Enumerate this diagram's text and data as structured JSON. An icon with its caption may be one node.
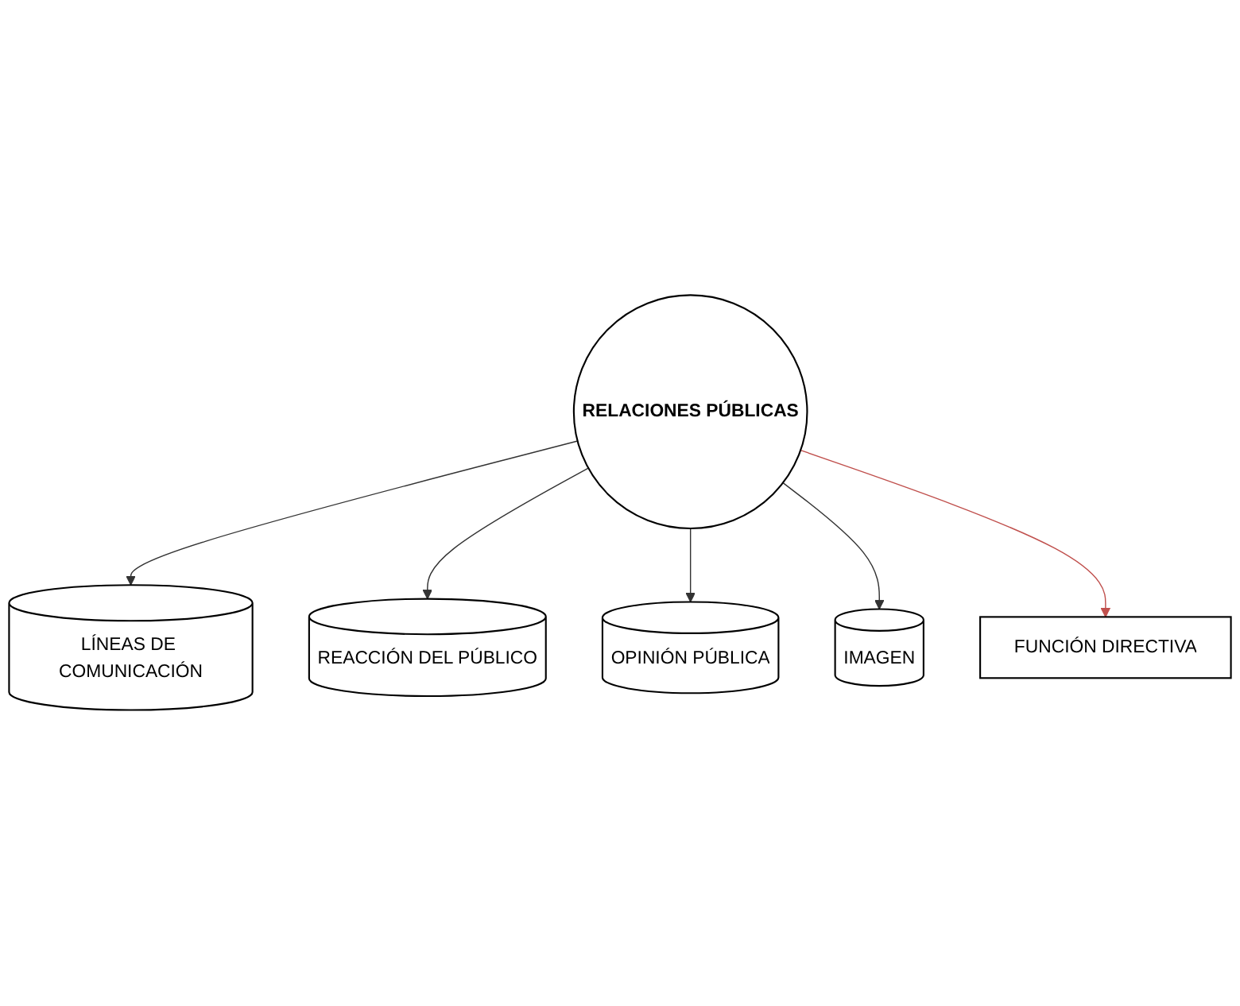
{
  "diagram": {
    "nodes": [
      {
        "text": [
          "RELACIONES PÚBLICAS"
        ]
      },
      {
        "text": [
          "LÍNEAS DE COMUNICACIÓN"
        ]
      },
      {
        "text": [
          "REACCIÓN DEL PÚBLICO"
        ]
      },
      {
        "text": [
          "OPINIÓN PÚBLICA"
        ]
      },
      {
        "text": [
          "IMAGEN"
        ]
      },
      {
        "text": [
          "FUNCIÓN DIRECTIVA"
        ]
      }
    ],
    "edges": [
      {
        "from": 0,
        "to": 1,
        "arrow": "to"
      },
      {
        "from": 0,
        "to": 2,
        "arrow": "to"
      },
      {
        "from": 0,
        "to": 3,
        "arrow": "to"
      },
      {
        "from": 0,
        "to": 4,
        "arrow": "to"
      },
      {
        "from": 0,
        "to": 5,
        "arrow": "to",
        "color": "#c0504d"
      }
    ]
  }
}
